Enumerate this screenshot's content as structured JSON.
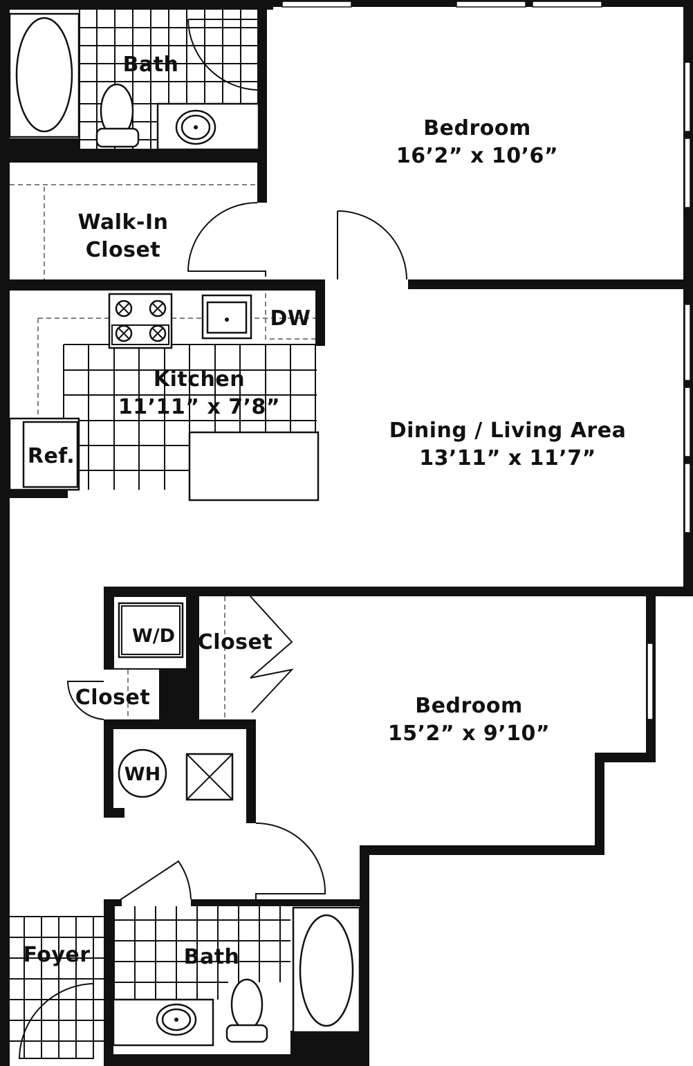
{
  "rooms": {
    "bath_top": {
      "name": "Bath"
    },
    "bedroom_top": {
      "name": "Bedroom",
      "dims": "16’2” x 10’6”"
    },
    "walkin_closet": {
      "line1": "Walk-In",
      "line2": "Closet"
    },
    "kitchen": {
      "name": "Kitchen",
      "dims": "11’11” x 7’8”"
    },
    "dining_living": {
      "name": "Dining / Living Area",
      "dims": "13’11” x 11’7”"
    },
    "bedroom_bottom": {
      "name": "Bedroom",
      "dims": "15’2” x 9’10”"
    },
    "closet_right": {
      "name": "Closet"
    },
    "closet_left": {
      "name": "Closet"
    },
    "foyer": {
      "name": "Foyer"
    },
    "bath_bottom": {
      "name": "Bath"
    }
  },
  "appliances": {
    "dishwasher": "DW",
    "refrigerator": "Ref.",
    "washer_dryer": "W/D",
    "water_heater": "WH"
  }
}
